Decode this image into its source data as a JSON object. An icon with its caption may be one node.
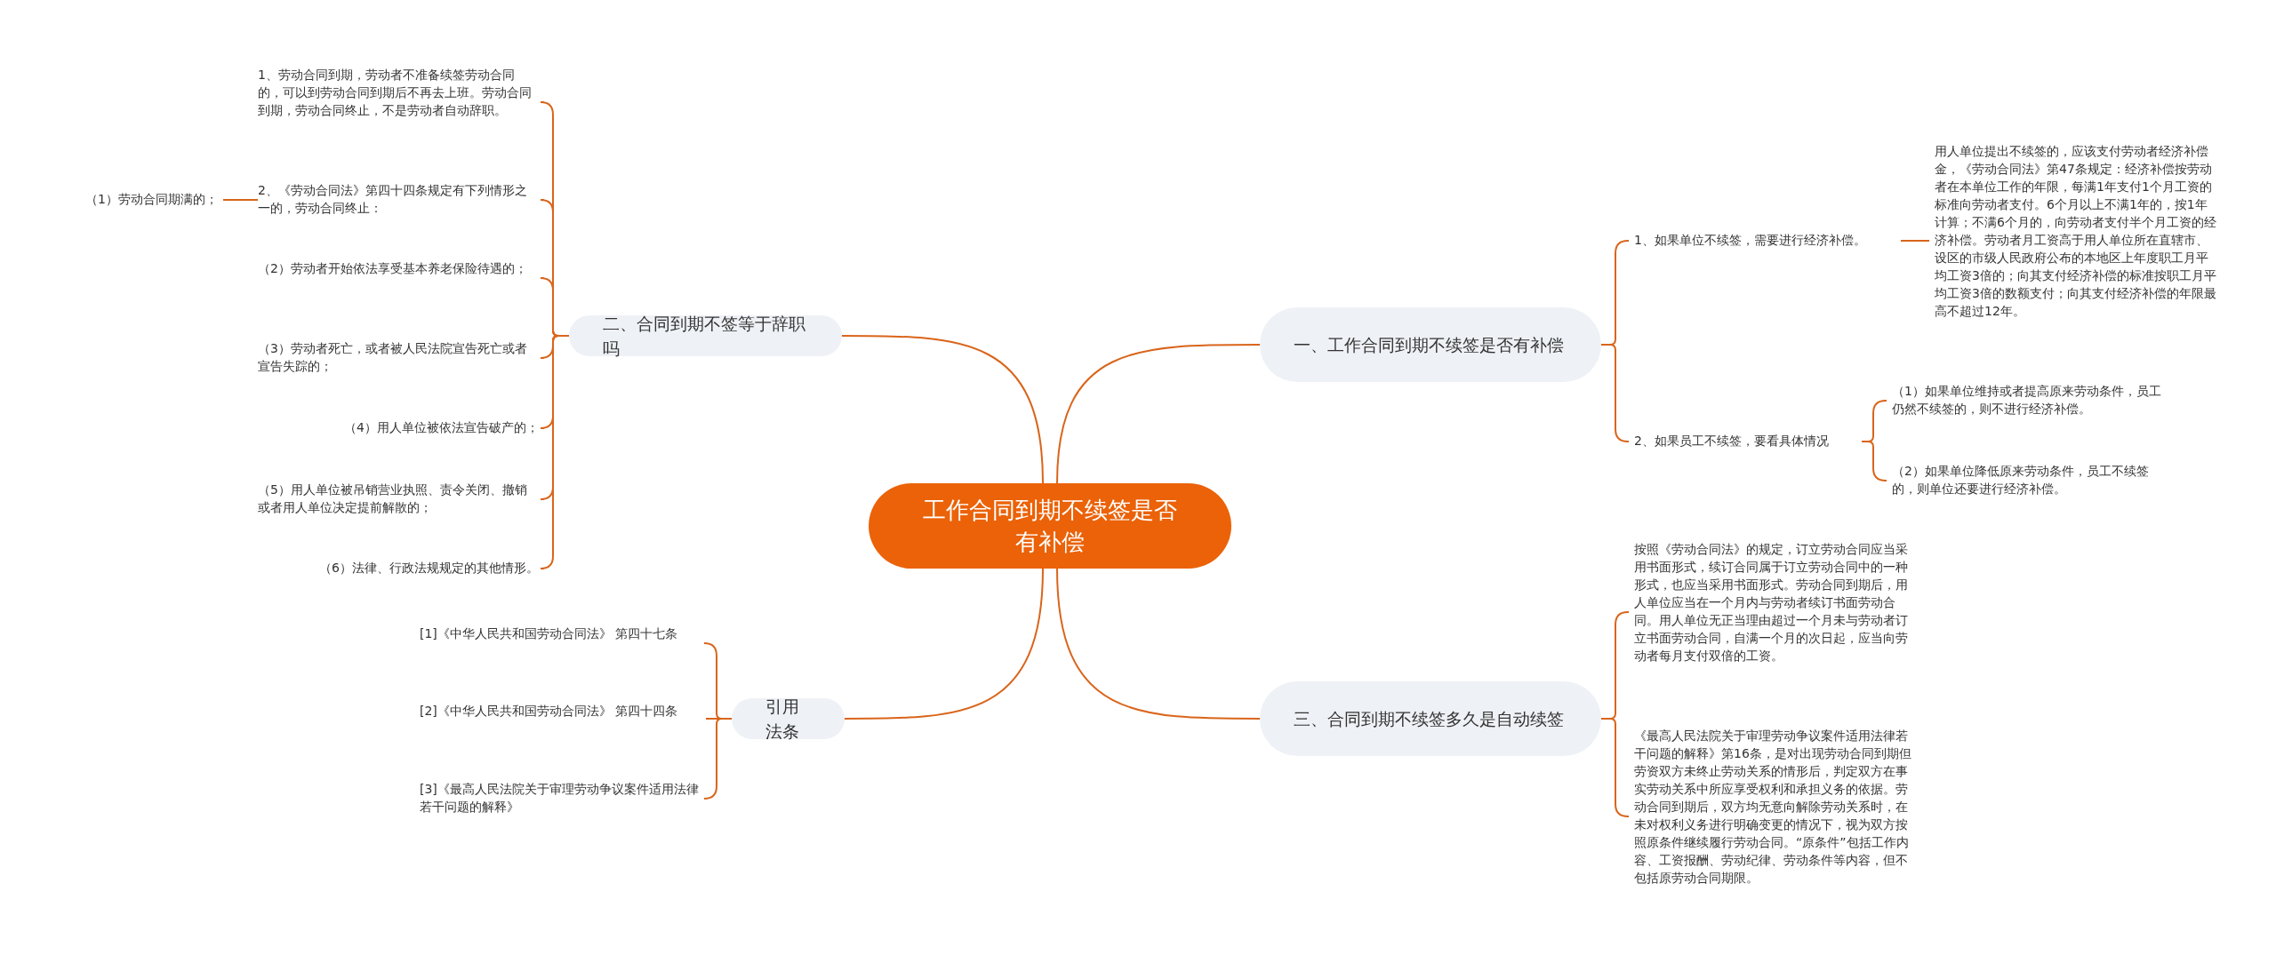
{
  "diagram": {
    "nodes": [
      {
        "text": [
          "工作合同到期不续签是否有补偿"
        ]
      },
      {
        "text": [
          "一、工作合同到期不续签是否有补偿"
        ]
      },
      {
        "text": [
          "1、如果单位不续签，需要进行经济补偿。"
        ]
      },
      {
        "text": [
          "用人单位提出不续签的，应该支付劳动者经济补偿金，《劳动合同法》第47条规定：经济补偿按劳动者在本单位工作的年限，每满1年支付1个月工资的标准向劳动者支付。6个月以上不满1年的，按1年计算；不满6个月的，向劳动者支付半个月工资的经济补偿。劳动者月工资高于用人单位所在直辖市、设区的市级人民政府公布的本地区上年度职工月平均工资3倍的；向其支付经济补偿的标准按职工月平均工资3倍的数额支付；向其支付经济补偿的年限最高不超过12年。"
        ]
      },
      {
        "text": [
          "2、如果员工不续签，要看具体情况"
        ]
      },
      {
        "text": [
          "（1）如果单位维持或者提高原来劳动条件，员工仍然不续签的，则不进行经济补偿。"
        ]
      },
      {
        "text": [
          "（2）如果单位降低原来劳动条件，员工不续签的，则单位还要进行经济补偿。"
        ]
      },
      {
        "text": [
          "三、合同到期不续签多久是自动续签"
        ]
      },
      {
        "text": [
          "按照《劳动合同法》的规定，订立劳动合同应当采用书面形式，续订合同属于订立劳动合同中的一种形式，也应当采用书面形式。劳动合同到期后，用人单位应当在一个月内与劳动者续订书面劳动合同。用人单位无正当理由超过一个月未与劳动者订立书面劳动合同，自满一个月的次日起，应当向劳动者每月支付双倍的工资。"
        ]
      },
      {
        "text": [
          "《最高人民法院关于审理劳动争议案件适用法律若干问题的解释》第16条，是对出现劳动合同到期但劳资双方未终止劳动关系的情形后，判定双方在事实劳动关系中所应享受权利和承担义务的依据。劳动合同到期后，双方均无意向解除劳动关系时，在未对权利义务进行明确变更的情况下，视为双方按照原条件继续履行劳动合同。“原条件”包括工作内容、工资报酬、劳动纪律、劳动条件等内容，但不包括原劳动合同期限。"
        ]
      },
      {
        "text": [
          "二、合同到期不签等于辞职吗"
        ]
      },
      {
        "text": [
          "1、劳动合同到期，劳动者不准备续签劳动合同的，可以到劳动合同到期后不再去上班。劳动合同到期，劳动合同终止，不是劳动者自动辞职。"
        ]
      },
      {
        "text": [
          "2、《劳动合同法》第四十四条规定有下列情形之一的，劳动合同终止："
        ]
      },
      {
        "text": [
          "（1）劳动合同期满的；"
        ]
      },
      {
        "text": [
          "（2）劳动者开始依法享受基本养老保险待遇的；"
        ]
      },
      {
        "text": [
          "（3）劳动者死亡，或者被人民法院宣告死亡或者宣告失踪的；"
        ]
      },
      {
        "text": [
          "（4）用人单位被依法宣告破产的；"
        ]
      },
      {
        "text": [
          "（5）用人单位被吊销营业执照、责令关闭、撤销或者用人单位决定提前解散的；"
        ]
      },
      {
        "text": [
          "（6）法律、行政法规规定的其他情形。"
        ]
      },
      {
        "text": [
          "引用法条"
        ]
      },
      {
        "text": [
          "[1]《中华人民共和国劳动合同法》 第四十七条"
        ]
      },
      {
        "text": [
          "[2]《中华人民共和国劳动合同法》 第四十四条"
        ]
      },
      {
        "text": [
          "[3]《最高人民法院关于审理劳动争议案件适用法律若干问题的解释》"
        ]
      }
    ],
    "edges": [
      {
        "from": 0,
        "to": 1,
        "arrow": "none"
      },
      {
        "from": 1,
        "to": 2,
        "arrow": "none"
      },
      {
        "from": 2,
        "to": 3,
        "arrow": "none"
      },
      {
        "from": 1,
        "to": 4,
        "arrow": "none"
      },
      {
        "from": 4,
        "to": 5,
        "arrow": "none"
      },
      {
        "from": 4,
        "to": 6,
        "arrow": "none"
      },
      {
        "from": 0,
        "to": 7,
        "arrow": "none"
      },
      {
        "from": 7,
        "to": 8,
        "arrow": "none"
      },
      {
        "from": 7,
        "to": 9,
        "arrow": "none"
      },
      {
        "from": 0,
        "to": 10,
        "arrow": "none"
      },
      {
        "from": 10,
        "to": 11,
        "arrow": "none"
      },
      {
        "from": 10,
        "to": 12,
        "arrow": "none"
      },
      {
        "from": 12,
        "to": 13,
        "arrow": "none"
      },
      {
        "from": 10,
        "to": 14,
        "arrow": "none"
      },
      {
        "from": 10,
        "to": 15,
        "arrow": "none"
      },
      {
        "from": 10,
        "to": 16,
        "arrow": "none"
      },
      {
        "from": 10,
        "to": 17,
        "arrow": "none"
      },
      {
        "from": 10,
        "to": 18,
        "arrow": "none"
      },
      {
        "from": 0,
        "to": 19,
        "arrow": "none"
      },
      {
        "from": 19,
        "to": 20,
        "arrow": "none"
      },
      {
        "from": 19,
        "to": 21,
        "arrow": "none"
      },
      {
        "from": 19,
        "to": 22,
        "arrow": "none"
      }
    ]
  }
}
